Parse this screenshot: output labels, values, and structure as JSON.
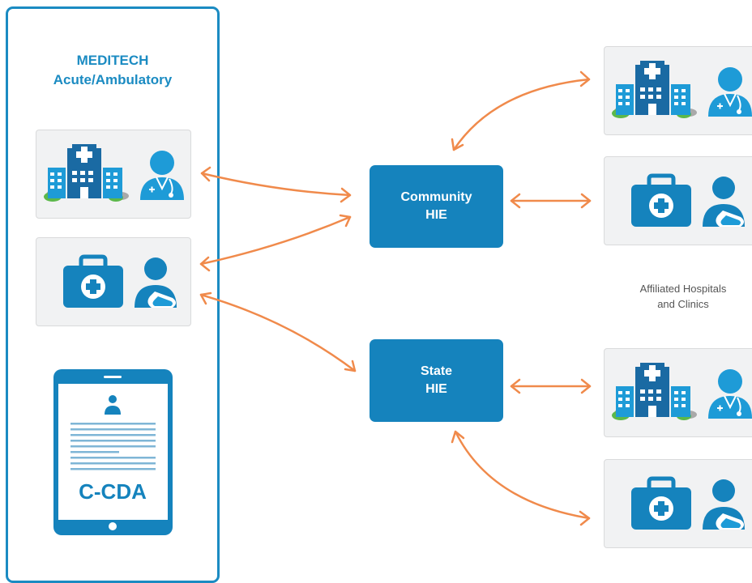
{
  "panel": {
    "title_line1": "MEDITECH",
    "title_line2": "Acute/Ambulatory",
    "document_label": "C-CDA"
  },
  "hubs": {
    "community": {
      "line1": "Community",
      "line2": "HIE"
    },
    "state": {
      "line1": "State",
      "line2": "HIE"
    }
  },
  "affiliated": {
    "line1": "Affiliated Hospitals",
    "line2": "and Clinics"
  },
  "icons": {
    "hospital": "hospital-building-icon",
    "doctor": "doctor-icon",
    "medkit": "medical-kit-icon",
    "patient": "patient-with-sling-icon",
    "tablet": "tablet-document-icon"
  },
  "colors": {
    "brand_blue": "#1583bd",
    "panel_border": "#1b8bc2",
    "arrow": "#f08a4b",
    "card_bg": "#f1f2f3",
    "shrub_green": "#5cb84a"
  }
}
